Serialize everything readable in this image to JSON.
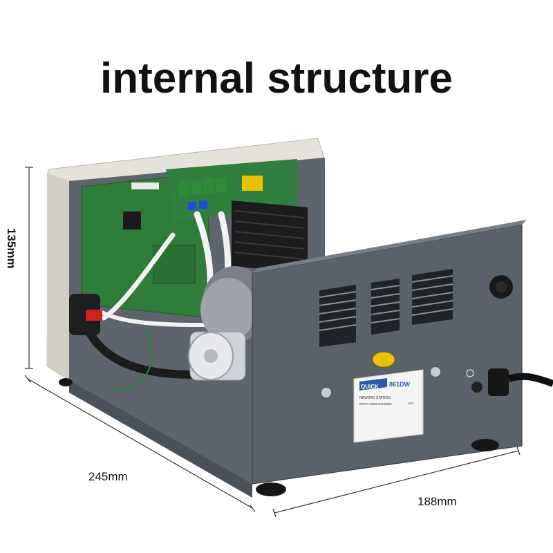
{
  "image": {
    "title": "internal structure",
    "dimensions": {
      "height": "135mm",
      "depth": "245mm",
      "width": "188mm"
    },
    "label": {
      "brand": "QUICK",
      "model": "861DW",
      "product": "REWORK STATION",
      "input": "INPUT 220VAC/1000W",
      "fuse": "10A"
    },
    "colors": {
      "housing": "#5a6068",
      "housing_dark": "#3e434a",
      "bezel": "#dcdad2",
      "pcb": "#2f7a3c",
      "heatsink": "#1c1c1c",
      "sticker_yellow": "#e9c200"
    }
  }
}
